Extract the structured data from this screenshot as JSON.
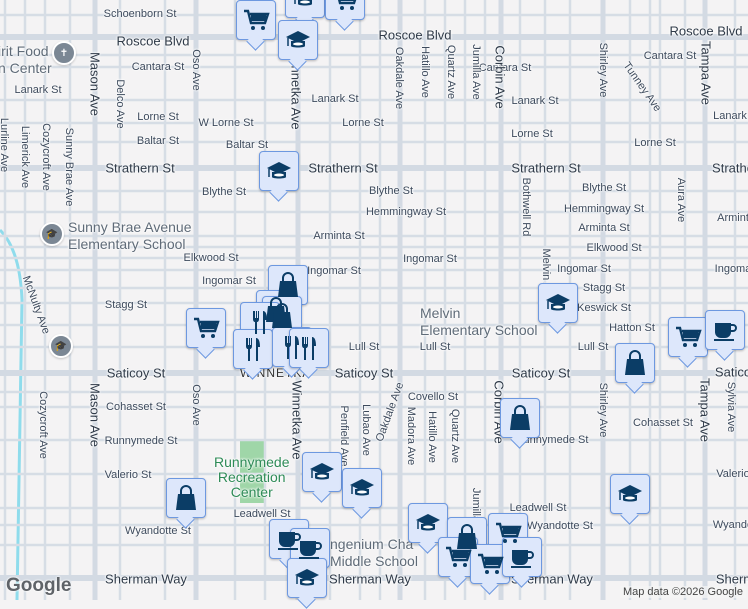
{
  "map": {
    "attribution": "Map data ©2026 Google",
    "logo": "Google",
    "colors": {
      "background": "#f4f3f4",
      "road": "#d6dde5",
      "marker_fill": "#dde7fb",
      "marker_border": "#6d98e0",
      "icon": "#0b3d66",
      "park": "#9fd6a8",
      "canal": "#8fdcec"
    },
    "street_labels": [
      "Schoenborn St",
      "Roscoe Blvd",
      "Roscoe Blvd",
      "Roscoe Blvd",
      "Cantara St",
      "Cantara St",
      "Cantara St",
      "Lanark St",
      "Lanark St",
      "Lanark St",
      "Lanark",
      "Lorne St",
      "W Lorne St",
      "Lorne St",
      "Lorne St",
      "Lorne St",
      "Baltar St",
      "Baltar St",
      "Strathern St",
      "Strathern St",
      "Strathern St",
      "Strathe",
      "Blythe St",
      "Blythe St",
      "Blythe St",
      "Hemmingway St",
      "Hemmingway St",
      "Arminta St",
      "Arminta St",
      "Armint",
      "Elkwood St",
      "Elkwood St",
      "Ingomar St",
      "Ingomar St",
      "Ingomar St",
      "Ingomar St",
      "Ingoma",
      "Stagg St",
      "Stagg St",
      "Keswick St",
      "Hatton St",
      "Lull St",
      "Lull St",
      "Lull St",
      "Lull St",
      "Saticoy St",
      "Saticoy St",
      "Saticoy St",
      "Satico",
      "Covello St",
      "Cohasset St",
      "Cohasset St",
      "Runnymede St",
      "Runnymede St",
      "Valerio St",
      "Valerio",
      "Leadwell St",
      "Leadwell St",
      "Wyandotte St",
      "Wyandotte St",
      "Wyando",
      "Sherman Way",
      "Sherman Way",
      "Sherman Way",
      "Sherm",
      "Mason Ave",
      "Mason Ave",
      "Oso Ave",
      "Oso Ave",
      "Winnetka Ave",
      "Winnetka Ave",
      "Oakdale Ave",
      "Oakdale Ave",
      "Hatillo Ave",
      "Hatillo Ave",
      "Quartz Ave",
      "Quartz Ave",
      "Jumilla Ave",
      "Jumilla",
      "Corbin Ave",
      "Corbin Ave",
      "Shirley Ave",
      "Shirley Ave",
      "Tampa Ave",
      "Tampa Ave",
      "Tunney Ave",
      "Aura Ave",
      "Bothwell Rd",
      "Melvin Ave",
      "Delco Ave",
      "Lurline Ave",
      "Limerick Ave",
      "Cozycroft Ave",
      "Cozycroft Ave",
      "Sunny Brae Ave",
      "McNulty Ave",
      "Penfield Ave",
      "Lubao Ave",
      "Madora Ave",
      "Sylvia Ave"
    ],
    "area_label": "WINNETKA",
    "poi_labels": {
      "food_center": "irit Food\nn Center",
      "sunny_brae": "Sunny Brae Avenue\nElementary School",
      "melvin": "Melvin\nElementary School",
      "lengenium": "ngenium Cha\nMiddle School",
      "runnymede": "Runnymede\nRecreation\nCenter"
    },
    "markers": [
      "grocery",
      "school",
      "grocery",
      "school",
      "school",
      "shopping",
      "shopping",
      "shopping",
      "restaurant",
      "grocery",
      "restaurant",
      "restaurant",
      "restaurant",
      "school",
      "grocery",
      "cafe",
      "shopping",
      "shopping",
      "school",
      "school",
      "shopping",
      "school",
      "cafe",
      "cafe",
      "school",
      "school",
      "shopping",
      "grocery",
      "grocery",
      "grocery",
      "cafe"
    ],
    "gray_pois": [
      "church",
      "school",
      "school"
    ]
  }
}
